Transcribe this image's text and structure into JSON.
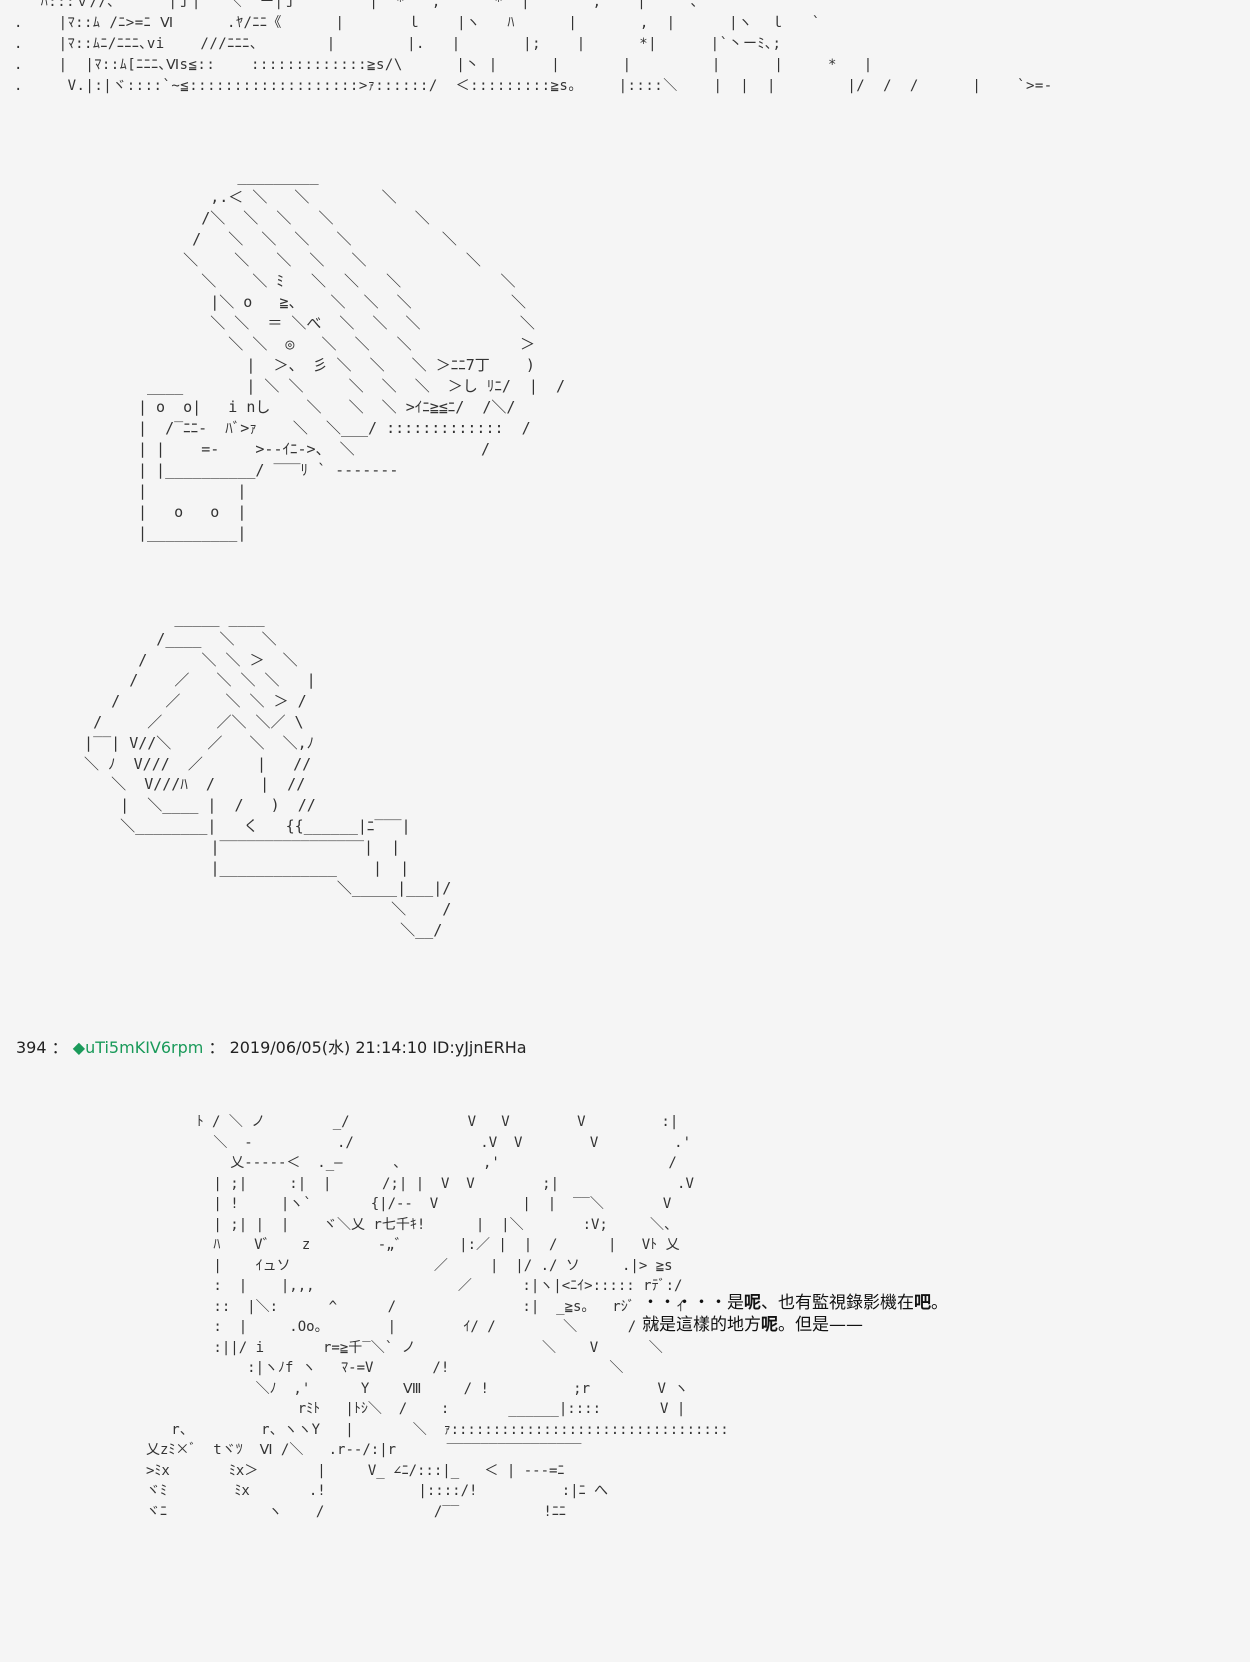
{
  "ascii_art": {
    "top_fragment": "   ﾊ:::Ｖ//､      |丁|   ＼  ー|丁        |  *   ,      *  |       ,    |   ` ､\n.    |ﾏ::ﾑ /ﾆ>=ﾆ Ⅵ      .ﾔ/ﾆﾆ《      |       ｌ    |ヽ   ﾊ      |       ,  |      |ヽ  ｌ   `\n.    |ﾏ::ﾑﾆ/ﾆﾆﾆ､vi    ///ﾆﾆﾆ、       |        |.   |       |;    |      *|      |`丶ーﾐ､;\n.    |  |ﾏ::ﾑ[ﾆﾆﾆ､Ⅵs≦::    :::::::::::::≧s/\\      |丶 |      |       |         |      |     *   |\n.     V.|:|ヾ::::`~≦:::::::::::::::::::>ｧ::::::/  ＜:::::::::≧s。    |::::＼    |  |  |        |/  /  /      |    `>=-",
    "camera_one": "           _________\n        ,.＜ ＼   ＼        ＼\n       /＼  ＼  ＼   ＼         ＼\n      /   ＼  ＼  ＼   ＼          ＼\n     ＼    ＼   ＼  ＼   ＼           ＼\n       ＼    ＼ ﾐ   ＼  ＼   ＼           ＼\n        |＼ o   ≧、   ＼  ＼  ＼           ＼\n        ＼ ＼  ＝ ＼べ  ＼  ＼  ＼           ＼\n          ＼ ＼  ◎   ＼  ＼   ＼            ＞\n            |  ＞、 彡 ＼  ＼   ＼ ＞ﾆﾆ7丁    )\n ____       | ＼ ＼     ＼  ＼  ＼  ＞し ﾘﾆ/  |  /\n| o  o|   i nし    ＼   ＼  ＼ >ｲﾆ≧≦ﾆ/  /＼/\n|  /‾ﾆﾆ-  ﾊﾞ>ｧ    ＼  ＼___/ :::::::::::::  /\n| |    =-    >--ｲﾆ->、 ＼              /\n| |__________/ ‾‾‾ﾘ ` ‐------\n|          |\n|   o   o  |\n|__________|",
    "camera_two": "            _____ ____\n          /____  ＼   ＼\n        /      ＼ ＼ ＞  ＼\n       /    ／   ＼ ＼ ＼   |\n     /     ／     ＼ ＼ ＞ /\n   /     ／      ／＼ ＼／ \\\n  |‾‾| V//＼    ／   ＼  ＼,ﾉ\n  ＼ ﾉ  V///  ／      |   //\n     ＼  V///ﾊ  /     |  //\n      |  ＼____ |  /   )  //\n      ＼________|   く   {{______|ﾆ‾‾‾|\n                |‾‾‾‾‾‾‾‾‾‾‾‾‾‾‾‾|  |\n                |_____________    |  |\n                              ＼_____|___|/\n                                    ＼    /\n                                     ＼__/",
    "character": "      ﾄ / ＼ ノ        _/              V   V        V         :|\n        ＼  -          ./               .V  V        V         .'\n          乂-----＜  ._—      、         ,'                    /\n        | ;|     :|  |      /;| |  V  V        ;|              .V\n        | !     |ヽ`       {|/--  V          |  |  ‾‾＼       V\n        | ;| |  |    ヾ＼乂 r七千ｷ!      |  |＼       :V;     ＼、\n        ﾊ    V゛   z        -„゛      |:／ |  |  /      |   Vﾄ 乂\n        |    ｲュソ                 ／     |  |/ ./ ソ     .|> ≧s\n        :  |    |,,,                 ／      :|ヽ|<ﾆｲ>::::: rﾃﾞ:/\n        ::  |＼:      ^      /               :|  _≧s。  rｼﾞ     ｲ\n        :  |     .Oo。       |        ｲ/ /        ＼      /  ｲ\n        :||/ i       r=≧千‾＼` ノ               ＼    V      ＼\n            :|ヽﾉf ヽ   ﾏ-=V       /!                   ＼\n             ＼ﾉ  ,'      Y    Ⅷ     / !          ;r        V ヽ\n                  rﾐﾄ   |ﾄｼ＼  /    :       ______|::::       V |\n   r、        r、ヽヽY   |       ＼  ｧ:::::::::::::::::::::::::::::::::\n乂zﾐ×ﾞ  tヾﾂ  Ⅵ /＼   .r--/:|r      ‾‾‾‾‾‾‾‾‾‾‾‾‾‾‾‾\n>ﾐx       ﾐx＞       |     V_ ∠ﾆ/:::|_   ＜ | ---=ﾆ\nヾﾐ        ﾐx       .!           |::::/!          :|ﾆ へ\nヾﾆ            ヽ    /             /‾‾          !ﾆﾆ"
  },
  "post_header": {
    "number": "394",
    "separator": "：",
    "diamond": "◆",
    "trip": "uTi5mKIV6rpm",
    "separator2": "：",
    "timestamp": "2019/06/05(水) 21:14:10",
    "id": "ID:yJjnERHa"
  },
  "dialogue": {
    "line1_prefix": "・・・・・是",
    "line1_bold1": "呢",
    "line1_mid": "、也有監視錄影機在",
    "line1_bold2": "吧",
    "line1_suffix": "。",
    "line2_prefix": "就是這樣的地方",
    "line2_bold": "呢",
    "line2_suffix": "。但是——"
  }
}
